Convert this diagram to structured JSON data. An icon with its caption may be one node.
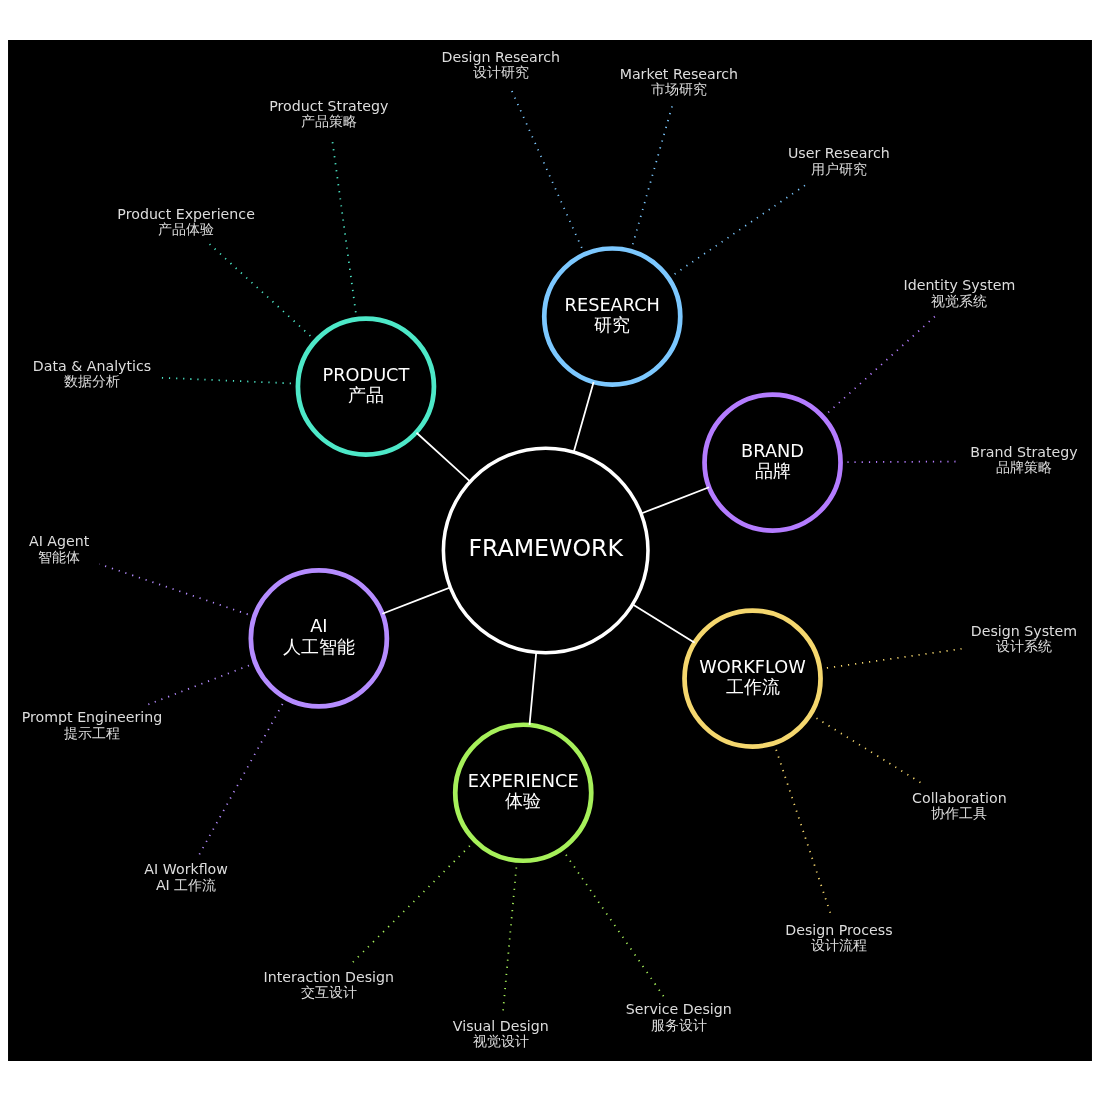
{
  "diagram": {
    "nodes": [
      {
        "text": [
          "BRAND",
          "品牌"
        ]
      },
      {
        "text": [
          "Brand Strategy",
          "品牌策略"
        ]
      },
      {
        "text": [
          "Identity System",
          "视觉系统"
        ]
      },
      {
        "text": [
          "RESEARCH",
          "研究"
        ]
      },
      {
        "text": [
          "User Research",
          "用户研究"
        ]
      },
      {
        "text": [
          "Market Research",
          "市场研究"
        ]
      },
      {
        "text": [
          "Design Research",
          "设计研究"
        ]
      },
      {
        "text": [
          "PRODUCT",
          "产品"
        ]
      },
      {
        "text": [
          "Product Strategy",
          "产品策略"
        ]
      },
      {
        "text": [
          "Product Experience",
          "产品体验"
        ]
      },
      {
        "text": [
          "Data & Analytics",
          "数据分析"
        ]
      },
      {
        "text": [
          "FRAMEWORK"
        ]
      },
      {
        "text": [
          "AI",
          "人工智能"
        ]
      },
      {
        "text": [
          "AI Agent",
          "智能体"
        ]
      },
      {
        "text": [
          "Prompt Engineering",
          "提示工程"
        ]
      },
      {
        "text": [
          "AI Workflow",
          "AI 工作流"
        ]
      },
      {
        "text": [
          "EXPERIENCE",
          "体验"
        ]
      },
      {
        "text": [
          "Interaction Design",
          "交互设计"
        ]
      },
      {
        "text": [
          "Visual Design",
          "视觉设计"
        ]
      },
      {
        "text": [
          "Service Design",
          "服务设计"
        ]
      },
      {
        "text": [
          "WORKFLOW",
          "工作流"
        ]
      },
      {
        "text": [
          "Design Process",
          "设计流程"
        ]
      },
      {
        "text": [
          "Collaboration",
          "协作工具"
        ]
      },
      {
        "text": [
          "Design System",
          "设计系统"
        ]
      }
    ],
    "edges": [
      {
        "from": 11,
        "to": 0,
        "arrow": "none"
      },
      {
        "from": 11,
        "to": 7,
        "arrow": "none"
      },
      {
        "from": 11,
        "to": 16,
        "arrow": "none"
      },
      {
        "from": 11,
        "to": 20,
        "arrow": "none"
      },
      {
        "from": 11,
        "to": 12,
        "arrow": "none"
      },
      {
        "from": 11,
        "to": 3,
        "arrow": "none"
      },
      {
        "from": 0,
        "to": 1,
        "arrow": "none",
        "style": "dashed",
        "color": "#b47cff"
      },
      {
        "from": 0,
        "to": 2,
        "arrow": "none",
        "style": "dashed",
        "color": "#b47cff"
      },
      {
        "from": 7,
        "to": 8,
        "arrow": "none",
        "style": "dashed",
        "color": "#4de8c8"
      },
      {
        "from": 7,
        "to": 9,
        "arrow": "none",
        "style": "dashed",
        "color": "#4de8c8"
      },
      {
        "from": 7,
        "to": 10,
        "arrow": "none",
        "style": "dashed",
        "color": "#4de8c8"
      },
      {
        "from": 16,
        "to": 17,
        "arrow": "none",
        "style": "dashed",
        "color": "#a6f05a"
      },
      {
        "from": 16,
        "to": 18,
        "arrow": "none",
        "style": "dashed",
        "color": "#a6f05a"
      },
      {
        "from": 16,
        "to": 19,
        "arrow": "none",
        "style": "dashed",
        "color": "#a6f05a"
      },
      {
        "from": 20,
        "to": 21,
        "arrow": "none",
        "style": "dashed",
        "color": "#f5d76e"
      },
      {
        "from": 20,
        "to": 22,
        "arrow": "none",
        "style": "dashed",
        "color": "#f5d76e"
      },
      {
        "from": 20,
        "to": 23,
        "arrow": "none",
        "style": "dashed",
        "color": "#f5d76e"
      },
      {
        "from": 12,
        "to": 13,
        "arrow": "none",
        "style": "dashed",
        "color": "#b58cff"
      },
      {
        "from": 12,
        "to": 14,
        "arrow": "none",
        "style": "dashed",
        "color": "#b58cff"
      },
      {
        "from": 12,
        "to": 15,
        "arrow": "none",
        "style": "dashed",
        "color": "#b58cff"
      },
      {
        "from": 3,
        "to": 4,
        "arrow": "none",
        "style": "dashed",
        "color": "#7cc8ff"
      },
      {
        "from": 3,
        "to": 5,
        "arrow": "none",
        "style": "dashed",
        "color": "#7cc8ff"
      },
      {
        "from": 3,
        "to": 6,
        "arrow": "none",
        "style": "dashed",
        "color": "#7cc8ff"
      }
    ]
  }
}
